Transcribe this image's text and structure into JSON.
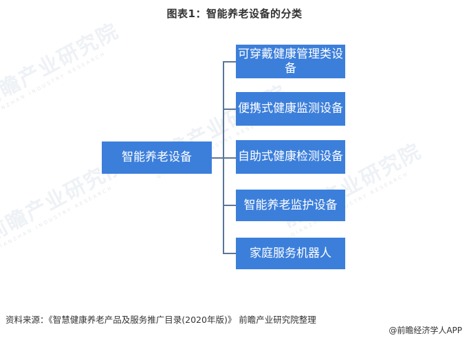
{
  "title": "图表1：智能养老设备的分类",
  "diagram": {
    "root": {
      "label": "智能养老设备"
    },
    "children": [
      {
        "label": "可穿戴健康管理类设备"
      },
      {
        "label": "便携式健康监测设备"
      },
      {
        "label": "自助式健康检测设备"
      },
      {
        "label": "智能养老监护设备"
      },
      {
        "label": "家庭服务机器人"
      }
    ],
    "box_color": "#3c7fdb",
    "line_color": "#5a7597"
  },
  "watermark": {
    "text": "前瞻产业研究院",
    "subtext": "QIANZHAN INDUSTRY RESEARCH"
  },
  "footer": {
    "source": "资料来源：《智慧健康养老产品及服务推广目录(2020年版)》 前瞻产业研究院整理",
    "credit": "@前瞻经济学人APP"
  }
}
